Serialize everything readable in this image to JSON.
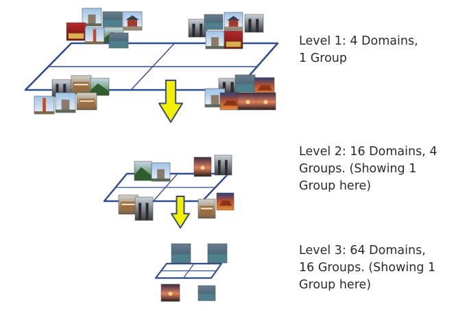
{
  "levels": [
    {
      "lines": [
        "Level 1: 4 Domains,",
        "1 Group"
      ]
    },
    {
      "lines": [
        "Level 2: 16 Domains, 4",
        "Groups. (Showing 1",
        "Group here)"
      ]
    },
    {
      "lines": [
        "Level 3: 64 Domains,",
        "16 Groups. (Showing 1",
        "Group here)"
      ]
    }
  ],
  "colors": {
    "plane_stroke": "#2f4b8f",
    "plane_fill": "#ffffff",
    "arrow_fill": "#f2ef00",
    "arrow_stroke": "#3b4a7a",
    "text": "#2b2b2b"
  }
}
